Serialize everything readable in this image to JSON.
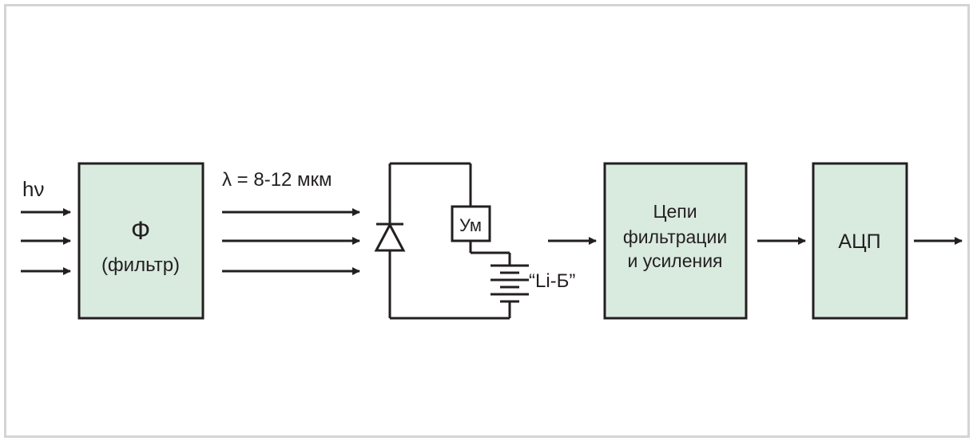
{
  "colors": {
    "block_fill": "#d9eadf",
    "line": "#231f20",
    "frame": "#d4d4d4"
  },
  "input_label": "hν",
  "filter": {
    "symbol": "Ф",
    "name": "(фильтр)"
  },
  "wavelength_label": "λ = 8-12 мкм",
  "detector": {
    "amplifier_label": "Ум",
    "battery_label": "“Li-Б”"
  },
  "filter_amp_block": {
    "lines": [
      "Цепи",
      "фильтрации",
      "и усиления"
    ]
  },
  "adc_block": {
    "label": "АЦП"
  }
}
